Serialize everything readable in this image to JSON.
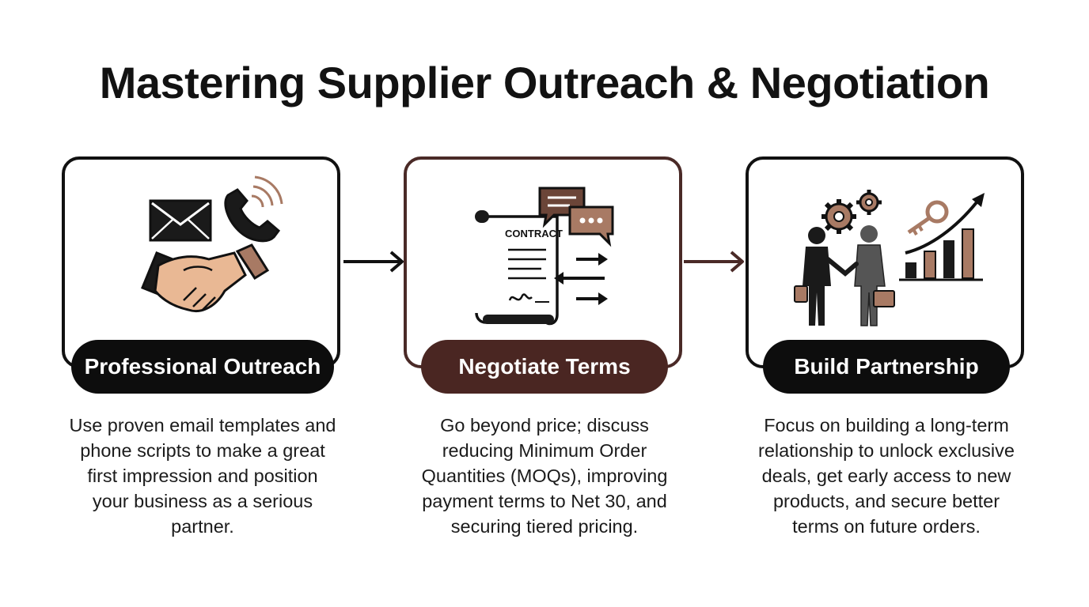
{
  "title": "Mastering Supplier Outreach & Negotiation",
  "steps": [
    {
      "label": "Professional Outreach",
      "description": "Use proven email templates and phone scripts to make a great first impression and position your business as a serious partner.",
      "icons": [
        "envelope-icon",
        "phone-icon",
        "handshake-icon"
      ]
    },
    {
      "label": "Negotiate Terms",
      "description": "Go beyond price; discuss reducing Minimum Order Quantities (MOQs), improving payment terms to Net 30, and securing tiered pricing.",
      "contract_text": "CONTRACT",
      "icons": [
        "contract-scroll-icon",
        "chat-bubbles-icon",
        "exchange-arrows-icon"
      ]
    },
    {
      "label": "Build Partnership",
      "description": "Focus on building a long-term relationship to unlock exclusive deals, get early access to new products, and secure better terms on future orders.",
      "icons": [
        "business-handshake-icon",
        "gears-icon",
        "key-icon",
        "growth-chart-icon"
      ]
    }
  ],
  "colors": {
    "dark": "#111111",
    "brown": "#4a2622",
    "tan": "#e9b894",
    "accent_brown": "#a87a64"
  }
}
